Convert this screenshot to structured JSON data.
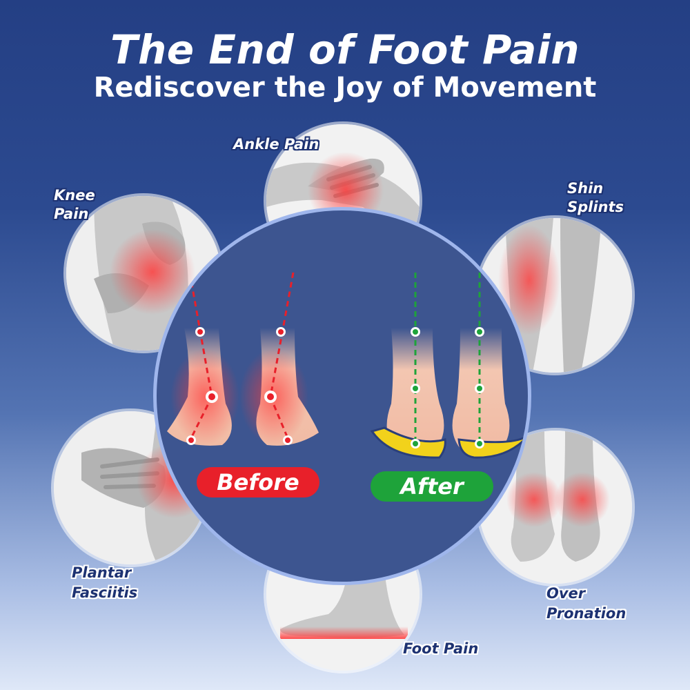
{
  "header": {
    "title": "The End of Foot Pain",
    "subtitle": "Rediscover the Joy of Movement"
  },
  "conditions": {
    "ankle": "Ankle Pain",
    "knee_line1": "Knee",
    "knee_line2": "Pain",
    "shin_line1": "Shin",
    "shin_line2": "Splints",
    "plantar_line1": "Plantar",
    "plantar_line2": "Fasciitis",
    "over_line1": "Over",
    "over_line2": "Pronation",
    "foot": "Foot Pain"
  },
  "comparison": {
    "before_label": "Before",
    "after_label": "After"
  },
  "colors": {
    "background_top": "#243f84",
    "background_bottom": "#dfe8f8",
    "center_circle": "#3d5590",
    "before_red": "#e8202a",
    "after_green": "#1ea33a",
    "pain_glow": "#ff4a4a",
    "insole_yellow": "#f2d21b"
  }
}
